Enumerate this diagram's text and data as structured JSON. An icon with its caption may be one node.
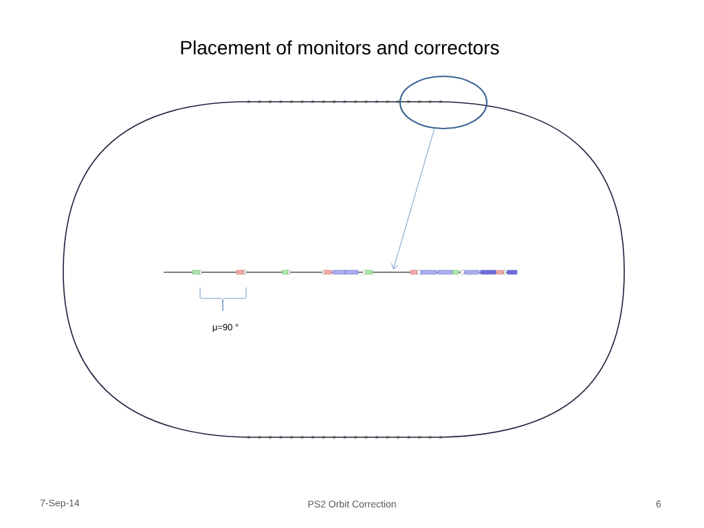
{
  "diagram": {
    "title": "Placement of monitors and correctors",
    "nodes": [
      {
        "text": [],
        "shape": "circle"
      },
      {
        "text": [],
        "shape": "bar"
      }
    ],
    "edges": [
      {
        "from": 0,
        "to": 1,
        "arrow": "to"
      }
    ],
    "labels": [
      "μ=90 °",
      "7-Sep-14",
      "PS2 Orbit Correction",
      "6"
    ]
  }
}
